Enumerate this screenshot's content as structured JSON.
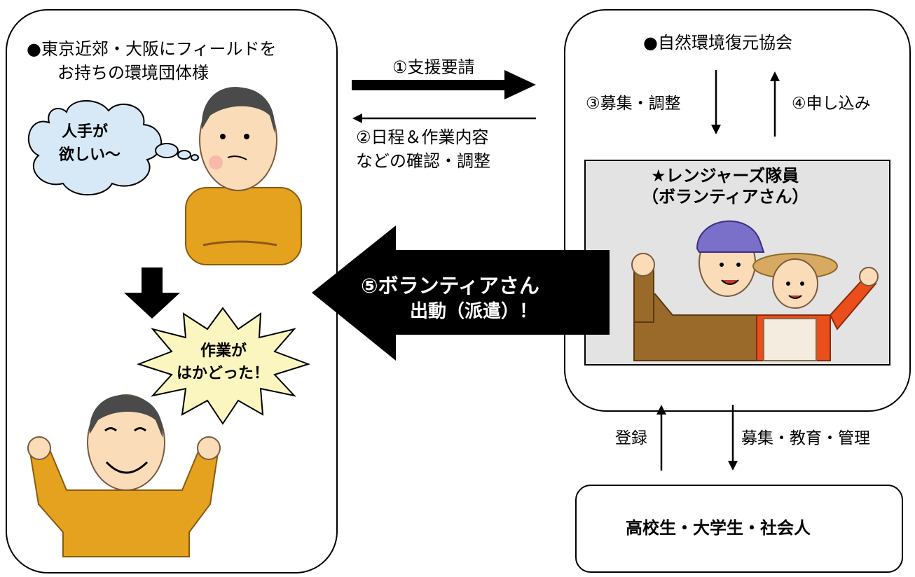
{
  "left_panel": {
    "title_line1": "●東京近郊・大阪にフィールドを",
    "title_line2": "お持ちの環境団体様",
    "thought_line1": "人手が",
    "thought_line2": "欲しい〜",
    "burst_line1": "作業が",
    "burst_line2": "はかどった！"
  },
  "right_panel": {
    "title": "●自然環境復元協会",
    "step3": "③募集・調整",
    "step4": "④申し込み",
    "rangers_line1": "★レンジャーズ隊員",
    "rangers_line2": "（ボランティアさん）"
  },
  "middle": {
    "step1": "①支援要請",
    "step2_line1": "②日程＆作業内容",
    "step2_line2": "などの確認・調整",
    "step5_line1": "⑤ボランティアさん",
    "step5_line2": "出動（派遣）！"
  },
  "bottom": {
    "register": "登録",
    "recruit": "募集・教育・管理",
    "people": "高校生・大学生・社会人"
  },
  "colors": {
    "shirt": "#e4a21f",
    "thought_bubble": "#d7e8f7",
    "burst": "#fbf6c0",
    "rangers_bg": "#e3e3e3"
  }
}
